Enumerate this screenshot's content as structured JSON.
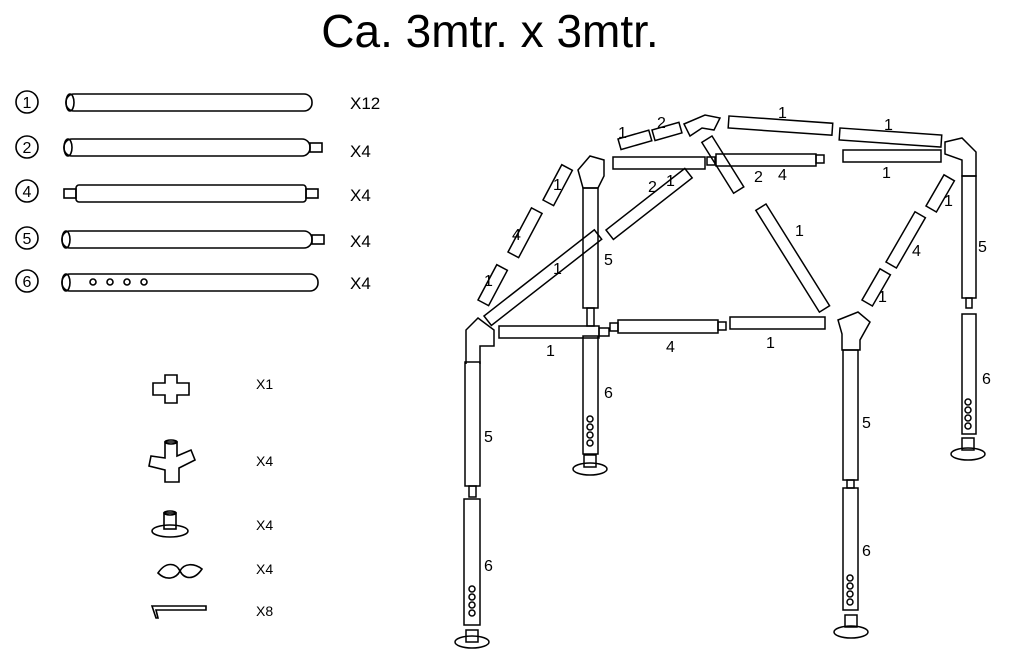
{
  "title": "Ca. 3mtr. x 3mtr.",
  "legend": [
    {
      "number": "1",
      "quantity": "X12"
    },
    {
      "number": "2",
      "quantity": "X4"
    },
    {
      "number": "4",
      "quantity": "X4"
    },
    {
      "number": "5",
      "quantity": "X4"
    },
    {
      "number": "6",
      "quantity": "X4"
    }
  ],
  "fittings": [
    {
      "quantity": "X1"
    },
    {
      "quantity": "X4"
    },
    {
      "quantity": "X4"
    },
    {
      "quantity": "X4"
    },
    {
      "quantity": "X8"
    }
  ],
  "frame_labels": {
    "l1": "1",
    "l2": "2",
    "l3": "1",
    "l4": "1",
    "l5": "2",
    "l6": "1",
    "l7": "2",
    "l8": "4",
    "l9": "1",
    "l10": "1",
    "l11": "1",
    "l12": "4",
    "l13": "1",
    "l14": "5",
    "l15": "1",
    "l16": "5",
    "l17": "1",
    "l18": "4",
    "l19": "1",
    "l20": "1",
    "l21": "4",
    "l22": "1",
    "l23": "6",
    "l24": "6",
    "l25": "5",
    "l26": "5",
    "l27": "6",
    "l28": "6"
  }
}
